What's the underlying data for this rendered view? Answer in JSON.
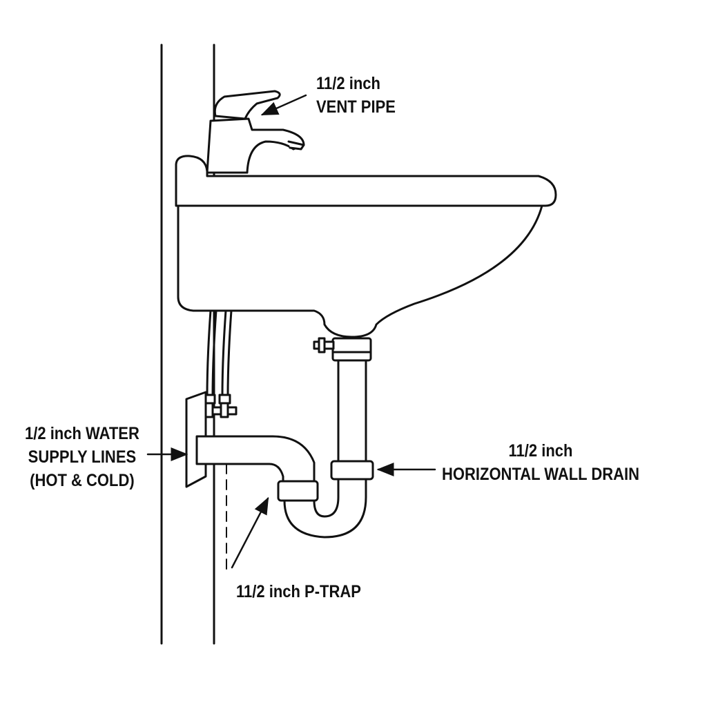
{
  "labels": {
    "vent_pipe": {
      "line1": "11/2 inch",
      "line2": "VENT PIPE"
    },
    "water_supply": {
      "line1": "1/2 inch WATER",
      "line2": "SUPPLY LINES",
      "line3": "(HOT & COLD)"
    },
    "wall_drain": {
      "line1": "11/2 inch",
      "line2": "HORIZONTAL WALL DRAIN"
    },
    "p_trap": {
      "line1": "11/2 inch P-TRAP"
    }
  },
  "colors": {
    "line": "#111111",
    "background": "#ffffff"
  }
}
